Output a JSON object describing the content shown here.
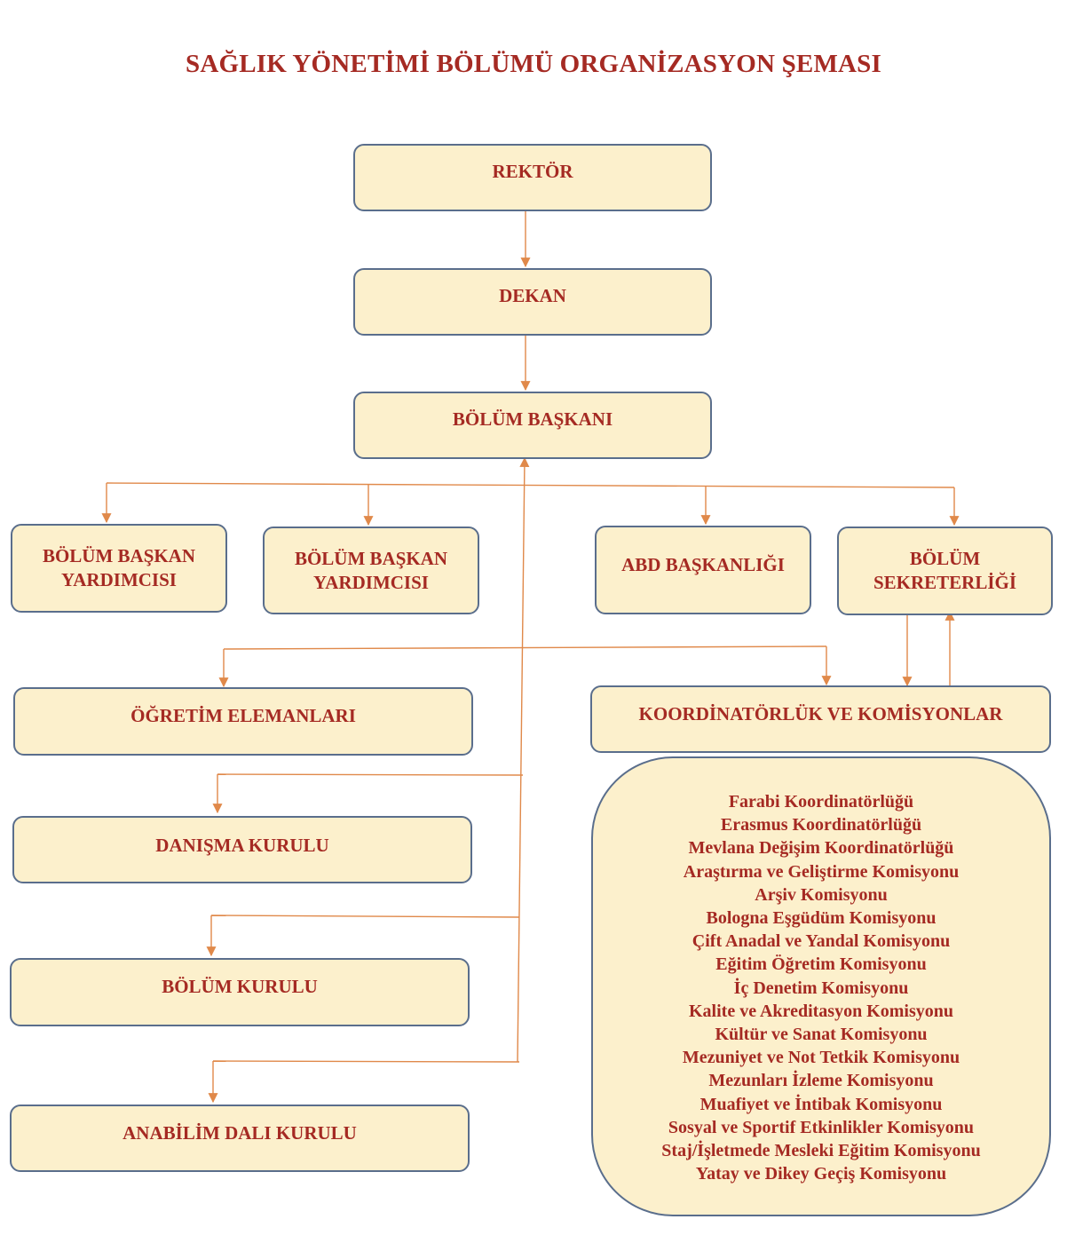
{
  "title": "SAĞLIK YÖNETİMİ BÖLÜMÜ ORGANİZASYON ŞEMASI",
  "colors": {
    "text": "#a52a23",
    "box_fill": "#fcf0cc",
    "box_border": "#5a6e8c",
    "connector": "#e0894a"
  },
  "nodes": {
    "rektor": "REKTÖR",
    "dekan": "DEKAN",
    "bolum_baskani": "BÖLÜM BAŞKANI",
    "yardimci_1": [
      "BÖLÜM BAŞKAN",
      "YARDIMCISI"
    ],
    "yardimci_2": [
      "BÖLÜM BAŞKAN",
      "YARDIMCISI"
    ],
    "abd_baskanligi": "ABD BAŞKANLIĞI",
    "sekreterlik": [
      "BÖLÜM",
      "SEKRETERLİĞİ"
    ],
    "ogretim_elemanlari": "ÖĞRETİM ELEMANLARI",
    "koordinatorluk": "KOORDİNATÖRLÜK VE KOMİSYONLAR",
    "danisma_kurulu": "DANIŞMA KURULU",
    "bolum_kurulu": "BÖLÜM KURULU",
    "anabilim_dali_kurulu": "ANABİLİM DALI KURULU"
  },
  "committees": [
    "Farabi Koordinatörlüğü",
    "Erasmus Koordinatörlüğü",
    "Mevlana Değişim Koordinatörlüğü",
    "Araştırma ve Geliştirme Komisyonu",
    "Arşiv Komisyonu",
    "Bologna Eşgüdüm Komisyonu",
    "Çift Anadal ve Yandal Komisyonu",
    "Eğitim Öğretim Komisyonu",
    "İç Denetim Komisyonu",
    "Kalite ve Akreditasyon Komisyonu",
    "Kültür ve Sanat Komisyonu",
    "Mezuniyet ve Not Tetkik Komisyonu",
    "Mezunları İzleme Komisyonu",
    "Muafiyet ve İntibak Komisyonu",
    "Sosyal ve Sportif Etkinlikler Komisyonu",
    "Staj/İşletmede Mesleki Eğitim Komisyonu",
    "Yatay ve Dikey Geçiş Komisyonu"
  ]
}
